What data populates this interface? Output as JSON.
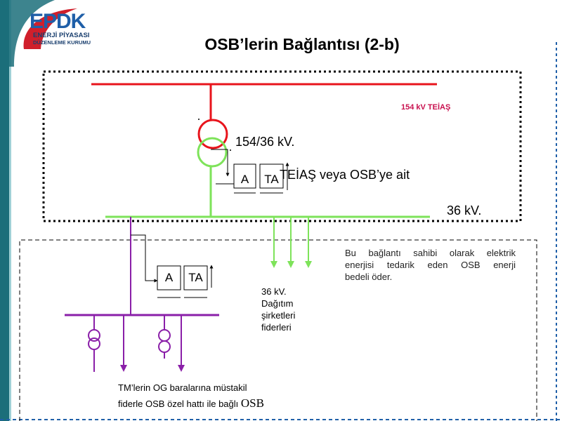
{
  "logo": {
    "wordmark": "EPDK",
    "line1": "ENERJİ PİYASASI",
    "line2": "DÜZENLEME KURUMU"
  },
  "title": "OSB’lerin Bağlantısı (2-b)",
  "labels": {
    "bus_154": "154 kV TEİAŞ",
    "transformer_ratio": "154/36 kV.",
    "ownership": "TEİAŞ veya OSB’ye ait",
    "bus_36": "36 kV.",
    "ammeter": "A",
    "current_transformer": "TA"
  },
  "note": {
    "lines": [
      "Bu bağlantı sahibi olarak elektrik",
      "enerjisi tedarik eden OSB  enerji",
      "bedeli öder."
    ]
  },
  "feeders": {
    "lines": [
      "36 kV.",
      "Dağıtım",
      "şirketleri",
      "fiderleri"
    ]
  },
  "bottom": {
    "line1": "TM’lerin OG baralarına müstakil",
    "line2": "fiderle OSB özel hattı ile bağlı",
    "line2_tail": "OSB"
  },
  "colors": {
    "hv_red": "#e8141c",
    "mv_green": "#7ee35a",
    "osb_purple": "#8a1fa8",
    "label_pink": "#c8104e",
    "brand_blue": "#1f5fa8",
    "brand_red": "#d01f2b",
    "brand_teal": "#0d7f8f"
  }
}
